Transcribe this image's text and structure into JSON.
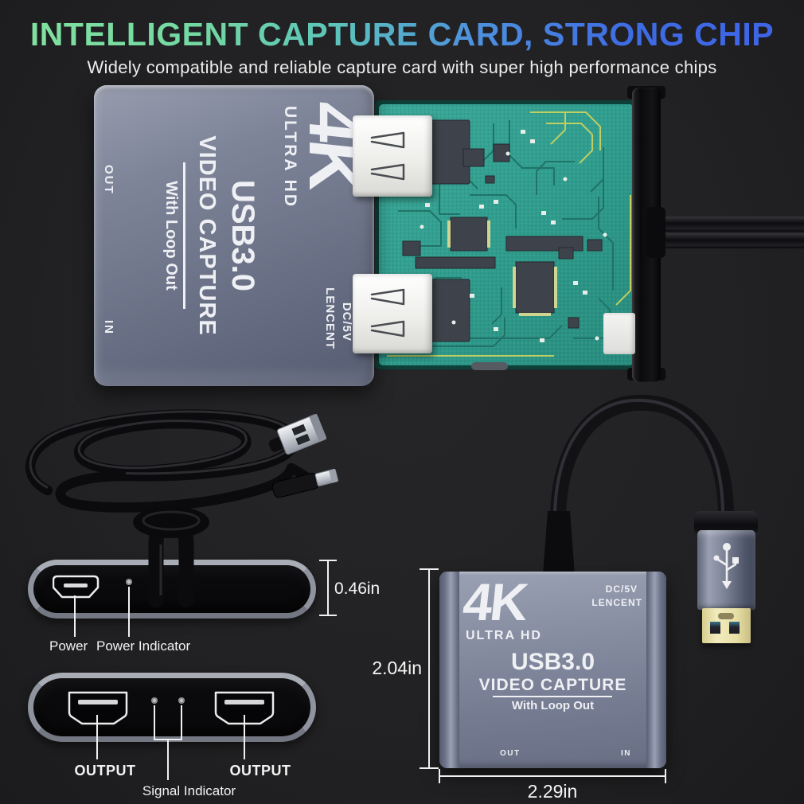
{
  "header": {
    "title": "INTELLIGENT CAPTURE CARD, STRONG CHIP",
    "subtitle": "Widely compatible and reliable capture card with super high performance chips"
  },
  "device": {
    "size": "4K",
    "ultra": "ULTRA HD",
    "power": "DC/5V",
    "brand": "LENCENT",
    "usb": "USB3.0",
    "capture": "VIDEO CAPTURE",
    "loop": "With Loop Out",
    "out": "OUT",
    "in": "IN"
  },
  "annotations": {
    "power": "Power",
    "power_indicator": "Power Indicator",
    "height": "0.46in",
    "output_left": "OUTPUT",
    "signal": "Signal Indicator",
    "output_right": "OUTPUT",
    "front_height": "2.04in",
    "front_width": "2.29in"
  },
  "colors": {
    "background": "#222224",
    "title_green": "#82e2a0",
    "title_blue": "#3f63e8",
    "subtitle_text": "#ececec",
    "device_gray": "#7e8498",
    "pcb_teal": "#2f9c8d",
    "trace_dark": "#1f7265",
    "trace_yellow": "#cdd45e",
    "gold_plug": "#ece4ad",
    "pill_border": "#8f939e",
    "annotation_text": "#f3f3f3"
  }
}
